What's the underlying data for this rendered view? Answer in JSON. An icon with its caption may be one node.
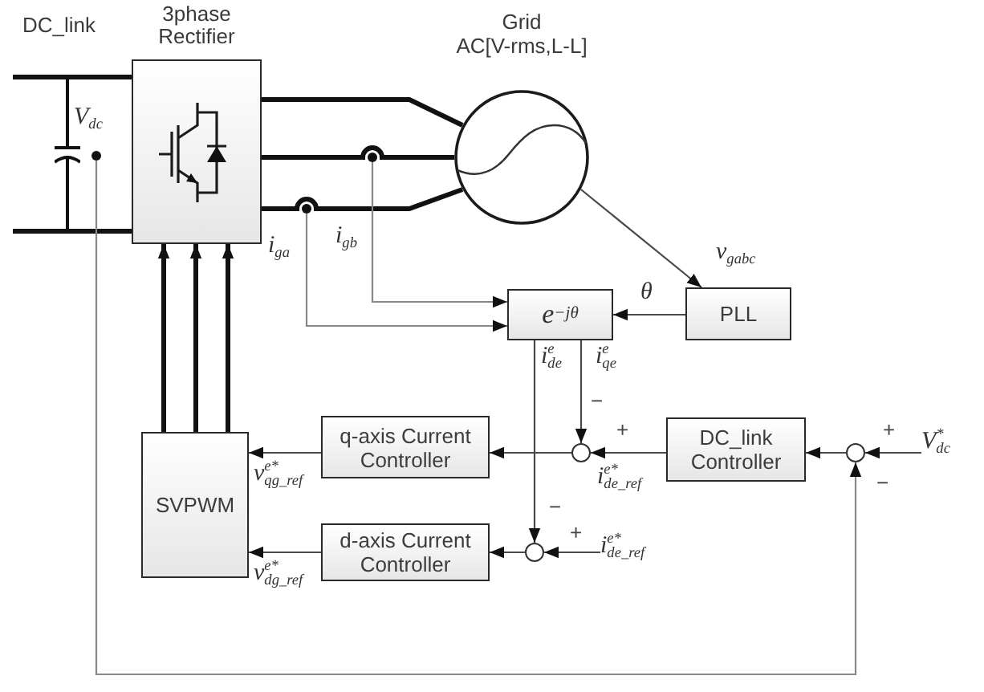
{
  "diagram": {
    "nodes": [
      {
        "text": [
          "3phase Rectifier"
        ]
      },
      {
        "text": [
          "Grid",
          "AC[V-rms,L-L]"
        ]
      },
      {
        "text": [],
        "shape": "capacitor"
      },
      {
        "text": [],
        "shape": "dot"
      },
      {
        "text": [],
        "shape": "dot"
      },
      {
        "text": [],
        "shape": "dot"
      },
      {
        "text": [
          "e$^{−jθ}$"
        ]
      },
      {
        "text": [
          "PLL"
        ]
      },
      {
        "text": [
          "SVPWM"
        ]
      },
      {
        "text": [
          "q-axis Current Controller"
        ]
      },
      {
        "text": [],
        "shape": "circle"
      },
      {
        "text": [
          "DC_link Controller"
        ]
      },
      {
        "text": [],
        "shape": "circle"
      },
      {
        "text": [
          "V$^{*}$$_{dc}$"
        ]
      },
      {
        "text": [
          "d-axis Current Controller"
        ]
      },
      {
        "text": [],
        "shape": "circle"
      },
      {
        "text": [
          "i$^{e*}$$_{de_ref}$"
        ]
      }
    ],
    "edges": [
      {
        "from": 2,
        "to": 0,
        "arrow": "none",
        "style": "thick"
      },
      {
        "from": 2,
        "to": 0,
        "arrow": "none",
        "style": "thick"
      },
      {
        "from": 0,
        "to": 1,
        "arrow": "none",
        "style": "thick"
      },
      {
        "from": 0,
        "to": 1,
        "arrow": "none",
        "style": "thick"
      },
      {
        "from": 0,
        "to": 1,
        "arrow": "none",
        "style": "thick"
      },
      {
        "from": 4,
        "to": 6,
        "arrow": "to",
        "label": "i$_{ga}$",
        "color": "#888888"
      },
      {
        "from": 5,
        "to": 6,
        "arrow": "to",
        "label": "i$_{gb}$",
        "color": "#888888"
      },
      {
        "from": 1,
        "to": 7,
        "arrow": "to",
        "label": "v$_{gabc}$"
      },
      {
        "from": 7,
        "to": 6,
        "arrow": "to",
        "label": "θ"
      },
      {
        "from": 6,
        "to": 15,
        "arrow": "to",
        "label": "i$^{e}$$_{de}$"
      },
      {
        "from": 6,
        "to": 10,
        "arrow": "to",
        "label": "i$^{e}$$_{qe}$"
      },
      {
        "from": 11,
        "to": 10,
        "arrow": "to",
        "label": "i$^{e*}$$_{de_ref}$"
      },
      {
        "from": 13,
        "to": 12,
        "arrow": "to"
      },
      {
        "from": 12,
        "to": 11,
        "arrow": "to"
      },
      {
        "from": 10,
        "to": 9,
        "arrow": "to"
      },
      {
        "from": 9,
        "to": 8,
        "arrow": "to",
        "label": "v$^{e*}$$_{qg_ref}$"
      },
      {
        "from": 16,
        "to": 15,
        "arrow": "to"
      },
      {
        "from": 15,
        "to": 14,
        "arrow": "to"
      },
      {
        "from": 14,
        "to": 8,
        "arrow": "to",
        "label": "v$^{e*}$$_{dg_ref}$"
      },
      {
        "from": 8,
        "to": 0,
        "arrow": "to",
        "style": "thick"
      },
      {
        "from": 8,
        "to": 0,
        "arrow": "to",
        "style": "thick"
      },
      {
        "from": 8,
        "to": 0,
        "arrow": "to",
        "style": "thick"
      },
      {
        "from": 3,
        "to": 12,
        "arrow": "to",
        "color": "#888888"
      },
      {
        "from": null,
        "to": 2,
        "arrow": "none",
        "style": "thick"
      },
      {
        "from": null,
        "to": 2,
        "arrow": "none",
        "style": "thick"
      }
    ],
    "labels": [
      "DC_link",
      "V$_{dc}$",
      "−",
      "+",
      "+",
      "−",
      "−",
      "+"
    ]
  }
}
